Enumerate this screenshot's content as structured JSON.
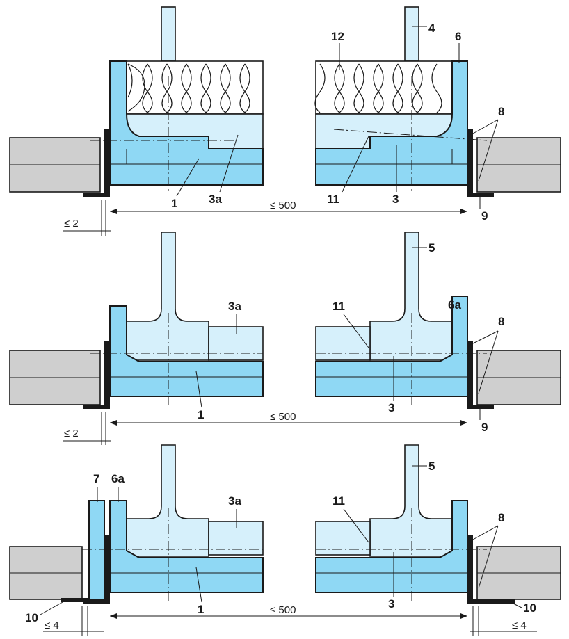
{
  "labels": {
    "l1": "1",
    "l3": "3",
    "l3a": "3a",
    "l4": "4",
    "l5": "5",
    "l6": "6",
    "l6a": "6a",
    "l7": "7",
    "l8": "8",
    "l9": "9",
    "l10": "10",
    "l11": "11",
    "l12": "12"
  },
  "dimensions": {
    "span": "≤ 500",
    "gap_small": "≤ 2",
    "gap_large": "≤ 4"
  },
  "colors": {
    "profile": "#8fd8f4",
    "glass_area": "#d6f0fb",
    "wall": "#cfcfcf",
    "seal": "#1a1a1a"
  }
}
